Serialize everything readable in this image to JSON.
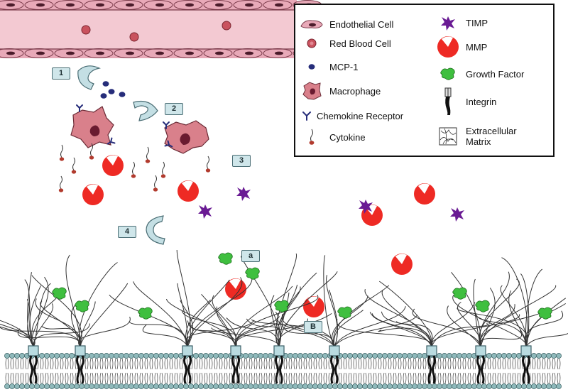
{
  "legend": {
    "items": [
      {
        "icon": "endothelial-cell-icon",
        "label": "Endothelial Cell"
      },
      {
        "icon": "red-blood-cell-icon",
        "label": "Red Blood Cell"
      },
      {
        "icon": "mcp1-icon",
        "label": "MCP-1"
      },
      {
        "icon": "macrophage-icon",
        "label": "Macrophage"
      },
      {
        "icon": "chemokine-receptor-icon",
        "label": "Chemokine Receptor"
      },
      {
        "icon": "cytokine-icon",
        "label": "Cytokine"
      },
      {
        "icon": "timp-icon",
        "label": "TIMP"
      },
      {
        "icon": "mmp-icon",
        "label": "MMP"
      },
      {
        "icon": "growth-factor-icon",
        "label": "Growth Factor"
      },
      {
        "icon": "integrin-icon",
        "label": "Integrin"
      },
      {
        "icon": "extracellular-matrix-icon",
        "label": "Extracellular Matrix"
      }
    ]
  },
  "steps": {
    "s1": "1",
    "s2": "2",
    "s3": "3",
    "s4": "4",
    "sa": "a",
    "sb": "B"
  },
  "colors": {
    "vessel": "#e8a9b8",
    "endothelial_border": "#7a3a4a",
    "red_blood_cell": "#c9525e",
    "mcp1": "#262d7a",
    "macrophage": "#d9808b",
    "mmp": "#ee2a24",
    "timp": "#6a1b94",
    "growth_factor": "#3fbf3f",
    "step_fill": "#cfe6ea",
    "membrane_head": "#8fb9bb"
  }
}
